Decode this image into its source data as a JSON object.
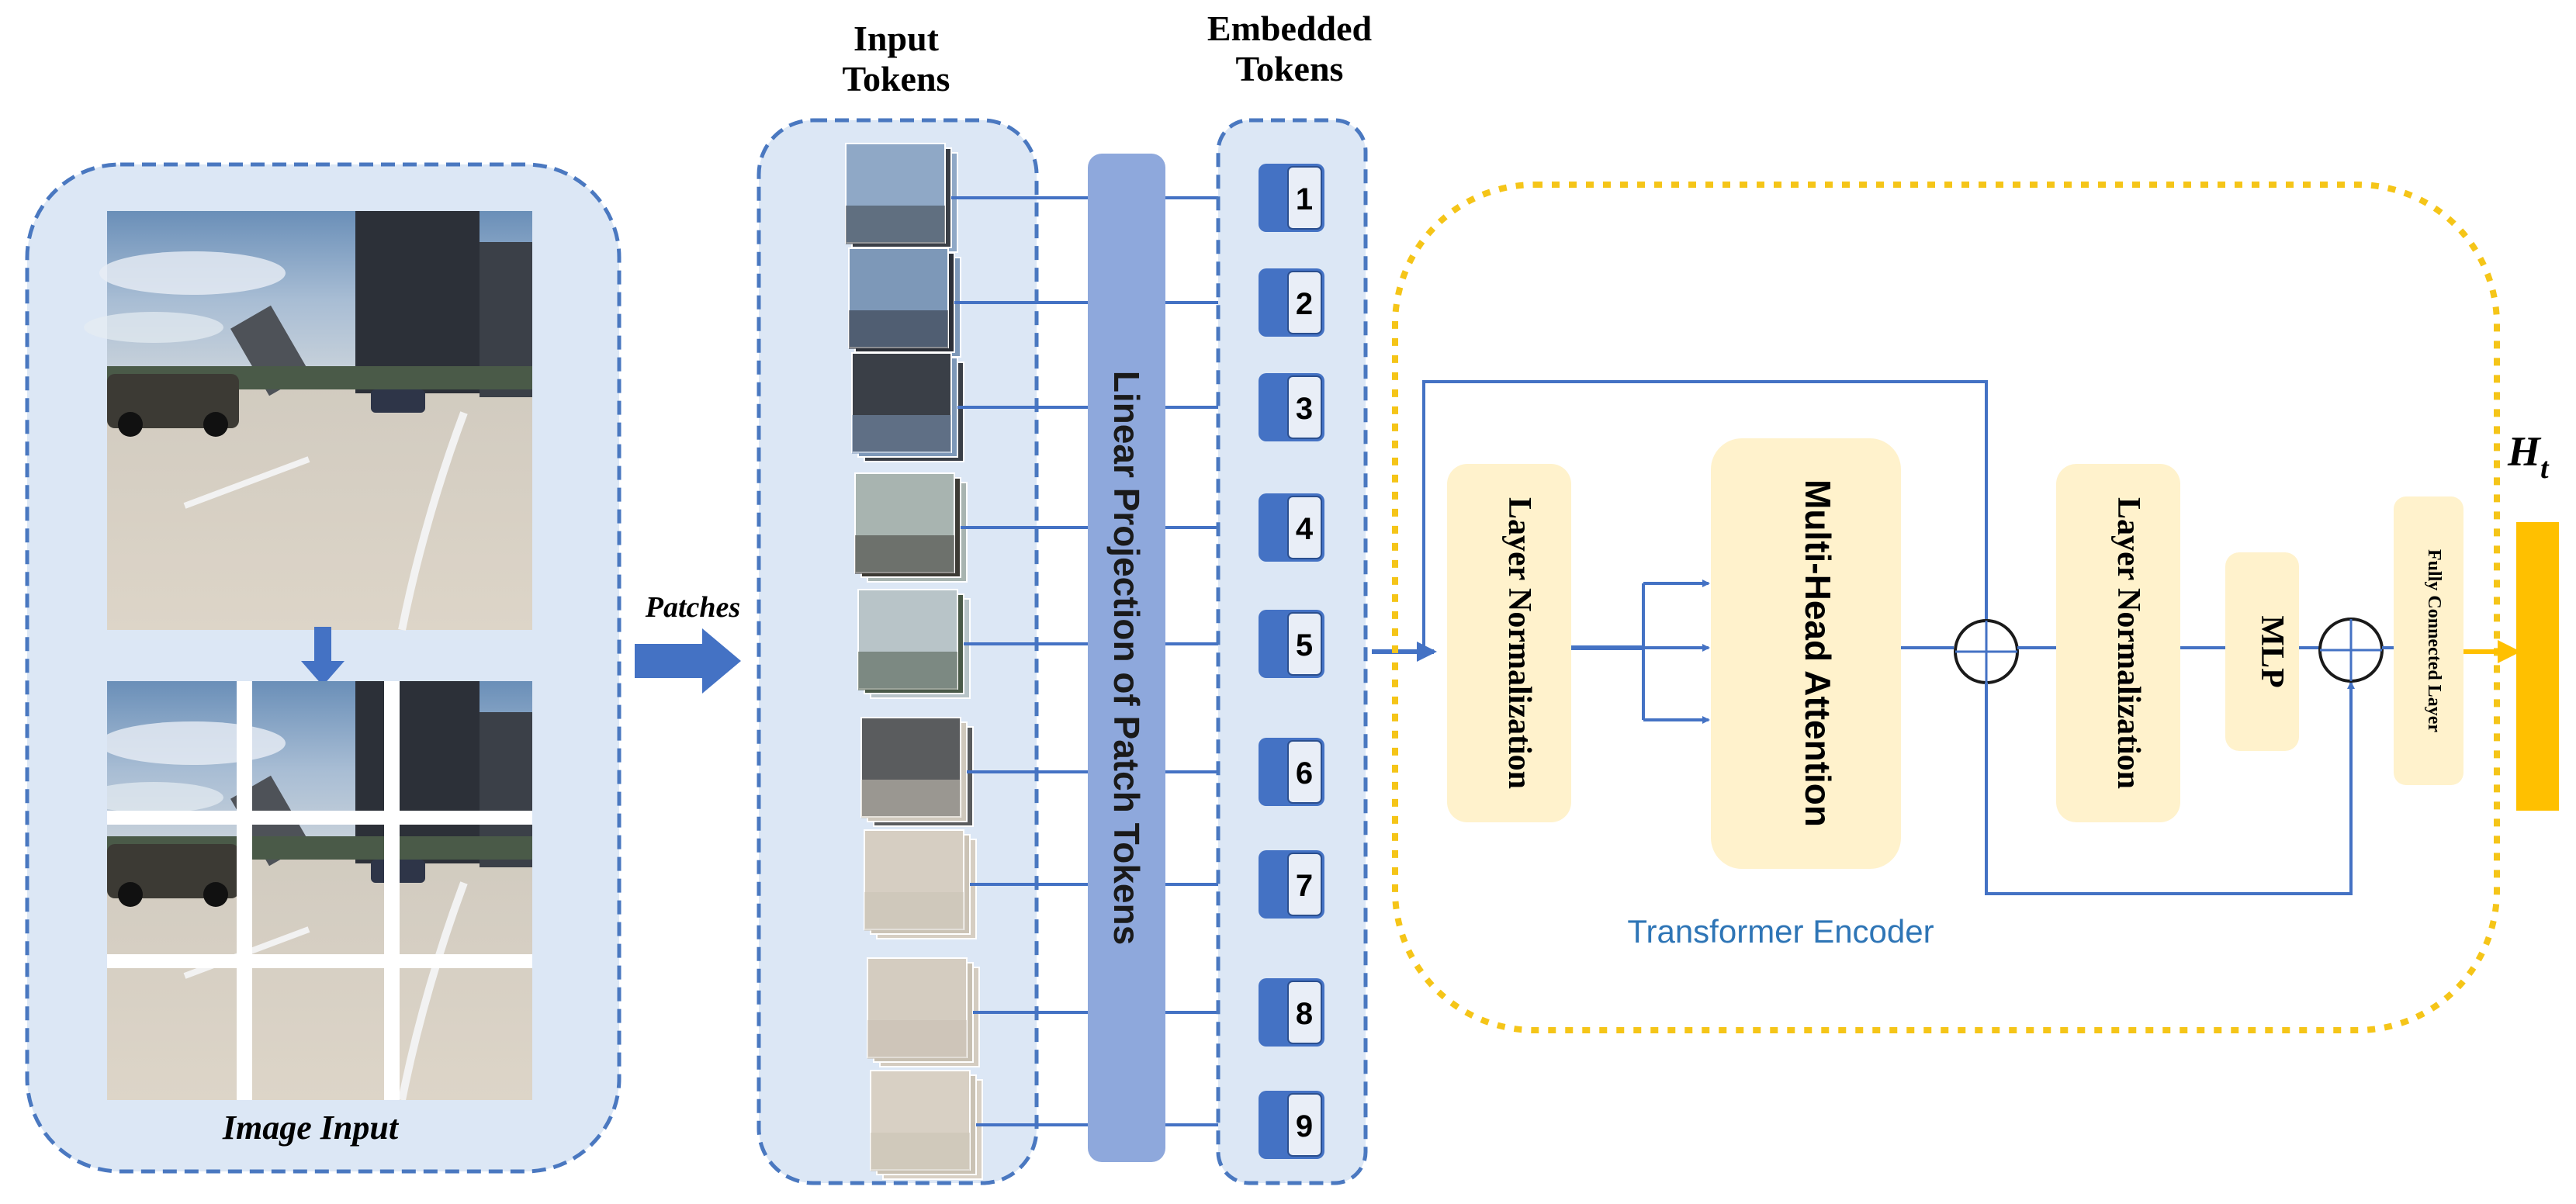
{
  "panels": {
    "image_input": {
      "label": "Image Input"
    },
    "patches_arrow": {
      "label": "Patches"
    },
    "input_tokens": {
      "title": "Input Tokens"
    },
    "projection": {
      "label": "Linear Projection of Patch Tokens"
    },
    "embedded_tokens": {
      "title": "Embedded Tokens",
      "indices": [
        "1",
        "2",
        "3",
        "4",
        "5",
        "6",
        "7",
        "8",
        "9"
      ]
    }
  },
  "encoder": {
    "caption": "Transformer Encoder",
    "layer_norm_1": "Layer Normalization",
    "attention": "Multi-Head Attention",
    "layer_norm_2": "Layer Normalization",
    "mlp": "MLP",
    "fc": "Fully Connected Layer"
  },
  "output": {
    "label_main": "H",
    "label_sub": "t"
  },
  "colors": {
    "panel_fill": "#dce7f5",
    "panel_border": "#4a78c0",
    "arrow": "#4472c4",
    "projection_fill": "#8ea8dc",
    "token_accent": "#4472c4",
    "block_fill": "#fff2cc",
    "encoder_border": "#f5c518",
    "output_bar": "#ffc000",
    "caption_text": "#2e75b6"
  }
}
